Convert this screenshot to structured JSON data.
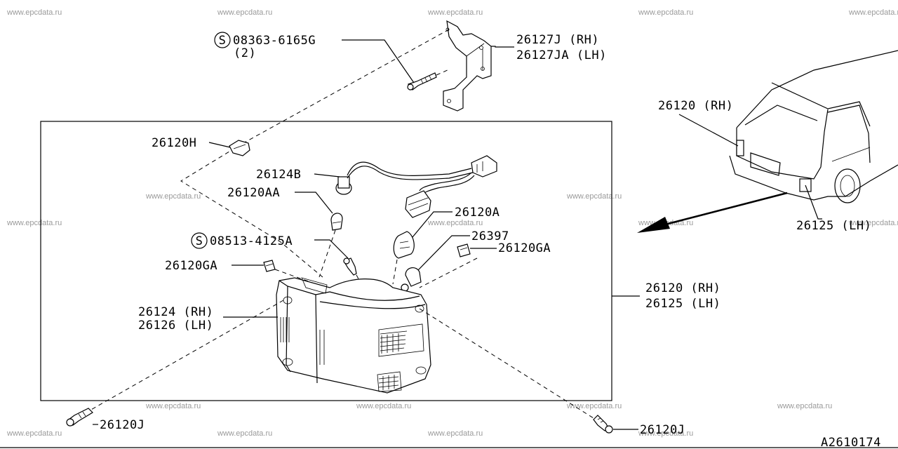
{
  "watermark": "www.epcdata.ru",
  "figure_code": "A2610174",
  "labels": {
    "screw_top_code": "08363-6165G",
    "screw_top_qty": "(2)",
    "bracket_rh": "26127J  (RH)",
    "bracket_lh": "26127JA (LH)",
    "vehicle_rh": "26120 (RH)",
    "vehicle_lh": "26125 (LH)",
    "clip_h": "26120H",
    "socket_b": "26124B",
    "bulb_aa": "26120AA",
    "bulb_a": "26120A",
    "screw_mid_code": "08513-4125A",
    "part_26397": "26397",
    "clip_ga_right": "26120GA",
    "clip_ga_left": "26120GA",
    "assy_rh": "26120 (RH)",
    "assy_lh": "26125 (LH)",
    "lens_rh": "26124 (RH)",
    "lens_lh": "26126 (LH)",
    "bolt_left": "26120J",
    "bolt_right": "26120J"
  },
  "symbols": {
    "screw_top": "S",
    "screw_mid": "S"
  }
}
